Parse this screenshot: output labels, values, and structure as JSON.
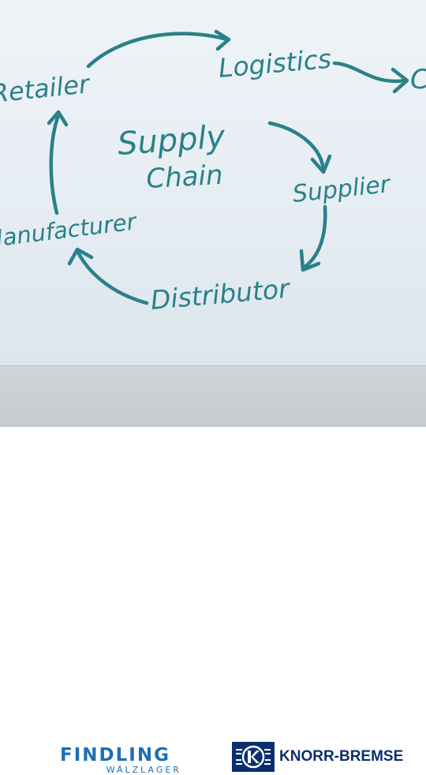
{
  "diagram": {
    "center_line1": "Supply",
    "center_line2": "Chain",
    "nodes": {
      "logistics": "Logistics",
      "retailer": "Retailer",
      "supplier": "Supplier",
      "manufacturer": "Manufacturer",
      "distributor": "Distributor",
      "offscreen": "C"
    },
    "ink_color": "#2a8188"
  },
  "footer": {
    "findling_name": "FINDLING",
    "findling_sub": "WÄLZLAGER",
    "knorr_name": "KNORR-BREMSE",
    "brand_blue": "#1d6fb3",
    "knorr_navy": "#0b2f6e"
  }
}
